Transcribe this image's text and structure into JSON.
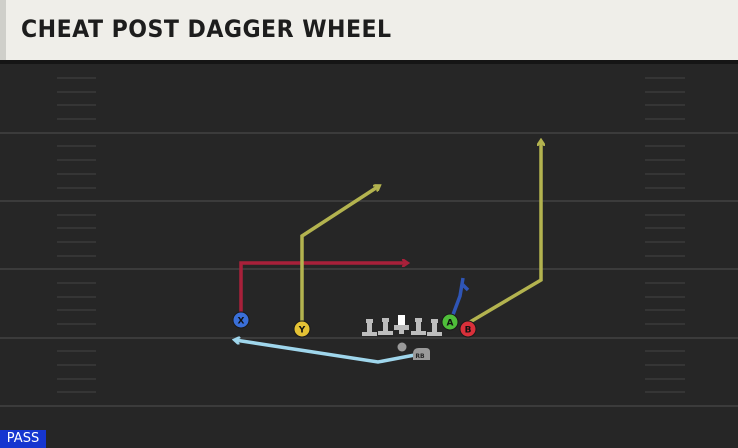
{
  "play": {
    "title": "CHEAT POST DAGGER WHEEL",
    "badge": "PASS"
  },
  "players": {
    "x": {
      "label": "X",
      "color": "#3a6fd8"
    },
    "y": {
      "label": "Y",
      "color": "#e4c235"
    },
    "a": {
      "label": "A",
      "color": "#4fbe3a"
    },
    "b": {
      "label": "B",
      "color": "#d9303a"
    },
    "rb": {
      "label": "RB"
    }
  },
  "routes": {
    "red": "#a8203a",
    "yellow": "#b3b34f",
    "blue": "#2f55b5",
    "light_blue": "#9fd6ec"
  },
  "colors": {
    "field": "#262626",
    "title_bar": "#efeee9",
    "badge": "#1636d0"
  }
}
